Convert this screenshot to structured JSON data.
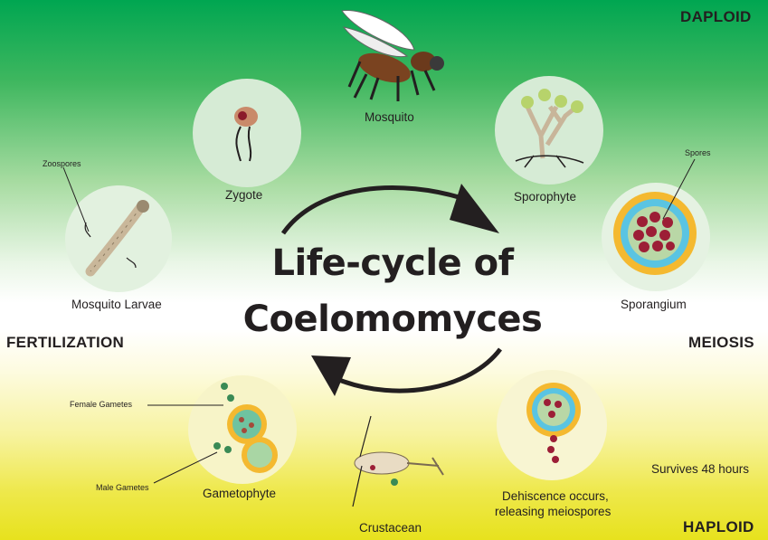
{
  "title": {
    "line1": "Life-cycle of",
    "line2": "Coelomomyces"
  },
  "stages": {
    "daploid": "DAPLOID",
    "haploid": "HAPLOID",
    "fertilization": "FERTILIZATION",
    "meiosis": "MEIOSIS"
  },
  "nodes": {
    "mosquito": "Mosquito",
    "zygote": "Zygote",
    "sporophyte": "Sporophyte",
    "mosquito_larvae": "Mosquito Larvae",
    "sporangium": "Sporangium",
    "gametophyte": "Gametophyte",
    "crustacean": "Crustacean",
    "dehiscence_line1": "Dehiscence occurs,",
    "dehiscence_line2": "releasing meiospores"
  },
  "annotations": {
    "zoospores": "Zoospores",
    "spores": "Spores",
    "female_gametes": "Female Gametes",
    "male_gametes": "Male Gametes",
    "survives": "Survives 48 hours"
  },
  "colors": {
    "top_green": "#00a651",
    "bottom_yellow": "#e7e21d",
    "circle_fill": "#d9eedb",
    "arrow": "#231f20"
  }
}
